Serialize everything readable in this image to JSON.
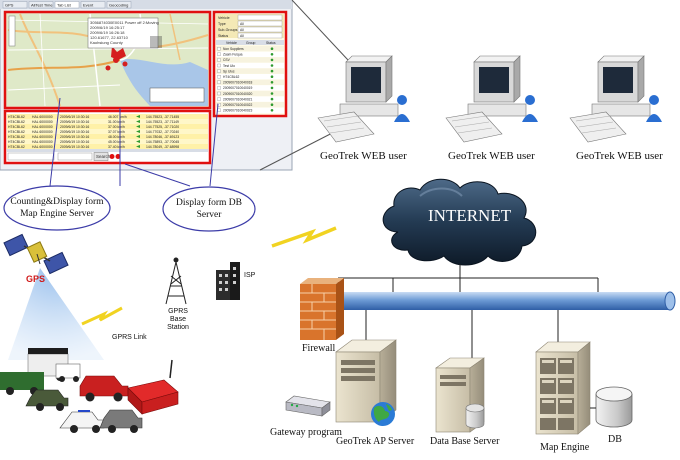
{
  "screenshot": {
    "tabs": [
      "GPS",
      "AllTest Time",
      "Tab List",
      "Event",
      "Geocoding"
    ],
    "map_popup": [
      "3056874030E0011 Power off 2:Moving",
      "2009/6/19 16:25:17",
      "2009/6/19 16:26:18",
      "120.61677, 22.63710",
      "Kaohsiung County"
    ],
    "rows": [
      {
        "id": "HT4CBL62",
        "v": "HAL 6000000",
        "t": "2009/6/19 10:30:16",
        "spd": "46.007 km/h",
        "pos": "144.75523, -37.71455"
      },
      {
        "id": "HT4CBL62",
        "v": "HAL 6000000",
        "t": "2009/6/19 10:30:16",
        "spd": "31.00 km/h",
        "pos": "144.75523, -37.71149"
      },
      {
        "id": "HT4CBL62",
        "v": "HAL 6000000",
        "t": "2009/6/19 10:30:16",
        "spd": "37.00 km/h",
        "pos": "144.77525, -37.71020"
      },
      {
        "id": "HT4CBL62",
        "v": "HAL 6000000",
        "t": "2009/6/19 10:30:16",
        "spd": "37.07 km/h",
        "pos": "144.77032, -37.70240"
      },
      {
        "id": "HT4CBL62",
        "v": "HAL 6000000",
        "t": "2009/6/19 10:30:16",
        "spd": "48.00 km/h",
        "pos": "144.78046, -37.69123"
      },
      {
        "id": "HT4CBL62",
        "v": "HAL 6000000",
        "t": "2009/6/19 10:30:16",
        "spd": "45.00 km/h",
        "pos": "144.75893, -37.70045"
      },
      {
        "id": "HT4CBL62",
        "v": "HAL 6000000",
        "t": "2009/6/19 10:30:16",
        "spd": "37.40 km/h",
        "pos": "144.78049, -37.68998"
      }
    ],
    "search_btn": "Search",
    "filters": [
      {
        "label": "Vehicle",
        "value": ""
      },
      {
        "label": "Type",
        "value": "All"
      },
      {
        "label": "Sub-Groups",
        "value": "All"
      },
      {
        "label": "Status",
        "value": "All"
      }
    ],
    "list_headers": [
      "Vehicle",
      "Group",
      "Status"
    ],
    "list_items": [
      "Non Suppliers",
      "Zaam Fuiqua",
      "CSV",
      "Test Ulo",
      "Sp Ulus",
      "HT4CBL62",
      "2009007010040018",
      "2009007010040019",
      "2009007010040020",
      "2009007010040021",
      "2009007010040022",
      "2009007010040023"
    ]
  },
  "callouts": {
    "left": "Counting&Display form Map Engine Server",
    "right": "Display form DB Server"
  },
  "web_users": [
    "GeoTrek WEB user",
    "GeoTrek WEB user",
    "GeoTrek WEB user"
  ],
  "internet": "INTERNET",
  "gps": "GPS",
  "gprs_link": "GPRS Link",
  "base_station": "GPRS Base Station",
  "isp": "ISP",
  "firewall": "Firewall",
  "gateway": "Gateway program",
  "ap_server": "GeoTrek AP Server",
  "db_server": "Data Base Server",
  "map_engine": "Map Engine",
  "db": "DB",
  "colors": {
    "frame_red": "#e01010",
    "cloud_dark": "#1b2c3e",
    "pipe_blue": "#5f8fce",
    "bubble_border": "#3c3ca8"
  }
}
